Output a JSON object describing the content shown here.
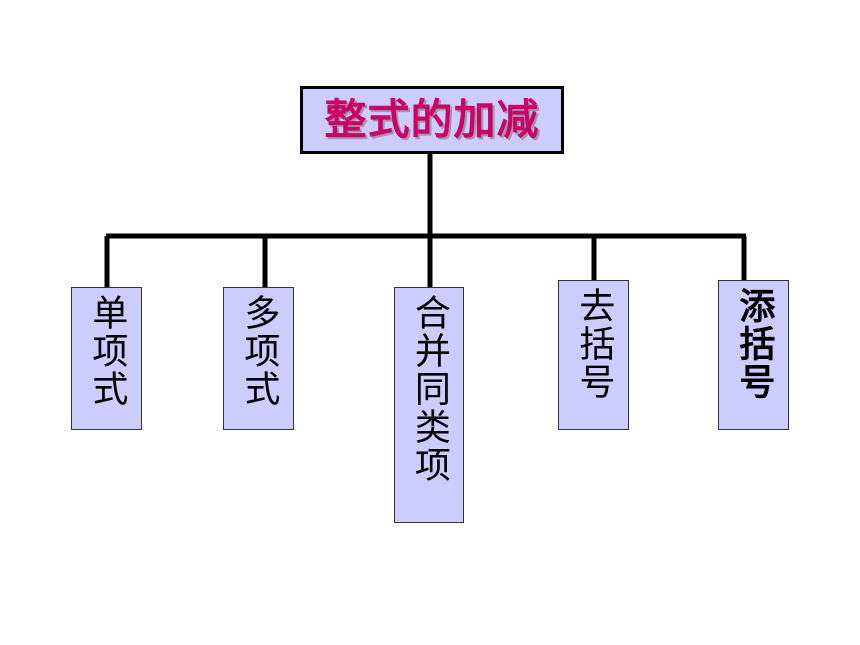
{
  "diagram": {
    "root": {
      "label": "整式的加减"
    },
    "children": [
      {
        "label": "单项式"
      },
      {
        "label": "多项式"
      },
      {
        "label": "合并同类项"
      },
      {
        "label": "去括号"
      },
      {
        "label": "添括号"
      }
    ]
  },
  "colors": {
    "box_fill": "#ccccff",
    "root_text": "#cc0066",
    "child_text": "#000000",
    "connector": "#000000"
  }
}
